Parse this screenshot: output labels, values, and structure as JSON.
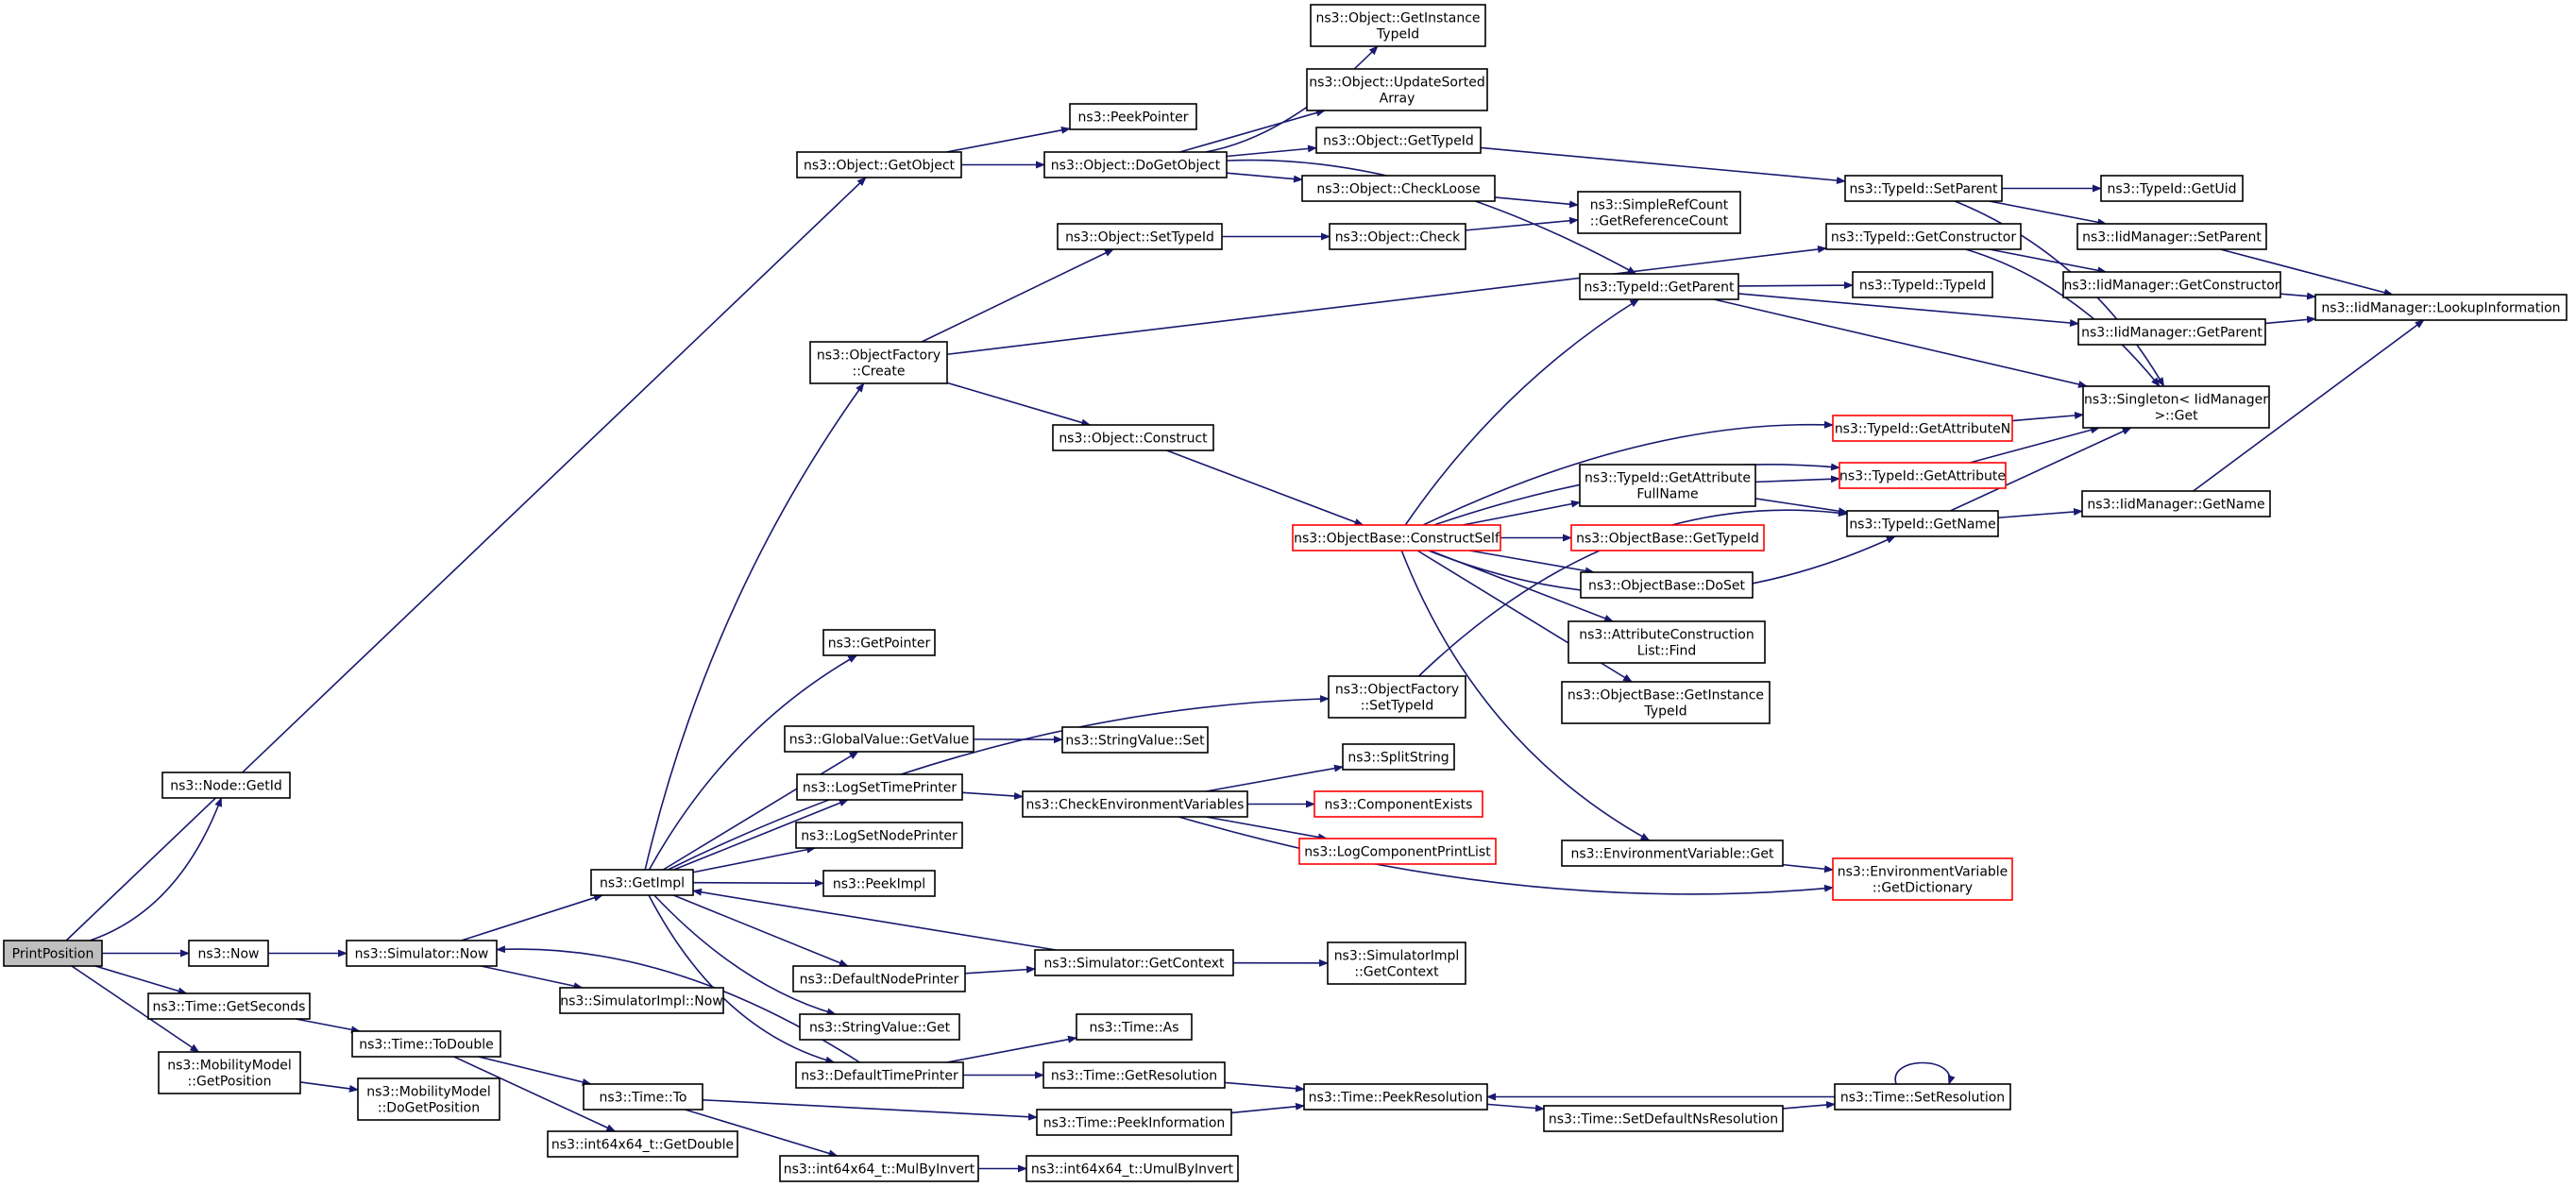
{
  "colors": {
    "edge": "#191970",
    "box_border": "#000000",
    "box_fill": "#ffffff",
    "root_fill": "#bfbfbf",
    "truncated_border": "#ff0000"
  },
  "nodes": [
    {
      "id": "PrintPosition",
      "lines": [
        "PrintPosition"
      ],
      "root": true
    },
    {
      "id": "NodeGetId",
      "lines": [
        "ns3::Node::GetId"
      ]
    },
    {
      "id": "Now",
      "lines": [
        "ns3::Now"
      ]
    },
    {
      "id": "TimeGetSeconds",
      "lines": [
        "ns3::Time::GetSeconds"
      ]
    },
    {
      "id": "MobilityGetPos",
      "lines": [
        "ns3::MobilityModel",
        "::GetPosition"
      ]
    },
    {
      "id": "ObjectGetObject",
      "lines": [
        "ns3::Object::GetObject"
      ]
    },
    {
      "id": "SimulatorNow",
      "lines": [
        "ns3::Simulator::Now"
      ]
    },
    {
      "id": "TimeToDouble",
      "lines": [
        "ns3::Time::ToDouble"
      ]
    },
    {
      "id": "MobilityDoGetPos",
      "lines": [
        "ns3::MobilityModel",
        "::DoGetPosition"
      ]
    },
    {
      "id": "GetImpl",
      "lines": [
        "ns3::GetImpl"
      ]
    },
    {
      "id": "SimImplNow",
      "lines": [
        "ns3::SimulatorImpl::Now"
      ]
    },
    {
      "id": "TimeTo",
      "lines": [
        "ns3::Time::To"
      ]
    },
    {
      "id": "Int64GetDouble",
      "lines": [
        "ns3::int64x64_t::GetDouble"
      ]
    },
    {
      "id": "PeekPointer",
      "lines": [
        "ns3::PeekPointer"
      ]
    },
    {
      "id": "ObjectDoGetObject",
      "lines": [
        "ns3::Object::DoGetObject"
      ]
    },
    {
      "id": "ObjectFactoryCreate",
      "lines": [
        "ns3::ObjectFactory",
        "::Create"
      ]
    },
    {
      "id": "GetPointer",
      "lines": [
        "ns3::GetPointer"
      ]
    },
    {
      "id": "GlobalValueGetValue",
      "lines": [
        "ns3::GlobalValue::GetValue"
      ]
    },
    {
      "id": "LogSetTimePrinter",
      "lines": [
        "ns3::LogSetTimePrinter"
      ]
    },
    {
      "id": "LogSetNodePrinter",
      "lines": [
        "ns3::LogSetNodePrinter"
      ]
    },
    {
      "id": "PeekImpl",
      "lines": [
        "ns3::PeekImpl"
      ]
    },
    {
      "id": "DefaultNodePrinter",
      "lines": [
        "ns3::DefaultNodePrinter"
      ]
    },
    {
      "id": "StringValueGet",
      "lines": [
        "ns3::StringValue::Get"
      ]
    },
    {
      "id": "DefaultTimePrinter",
      "lines": [
        "ns3::DefaultTimePrinter"
      ]
    },
    {
      "id": "Int64MulByInvert",
      "lines": [
        "ns3::int64x64_t::MulByInvert"
      ]
    },
    {
      "id": "ObjGetInstTypeId",
      "lines": [
        "ns3::Object::GetInstance",
        "TypeId"
      ]
    },
    {
      "id": "ObjUpdateSorted",
      "lines": [
        "ns3::Object::UpdateSorted",
        "Array"
      ]
    },
    {
      "id": "ObjGetTypeId",
      "lines": [
        "ns3::Object::GetTypeId"
      ]
    },
    {
      "id": "ObjCheckLoose",
      "lines": [
        "ns3::Object::CheckLoose"
      ]
    },
    {
      "id": "ObjSetTypeId",
      "lines": [
        "ns3::Object::SetTypeId"
      ]
    },
    {
      "id": "ObjConstruct",
      "lines": [
        "ns3::Object::Construct"
      ]
    },
    {
      "id": "StringValueSet",
      "lines": [
        "ns3::StringValue::Set"
      ]
    },
    {
      "id": "CheckEnvVars",
      "lines": [
        "ns3::CheckEnvironmentVariables"
      ]
    },
    {
      "id": "SimGetContext",
      "lines": [
        "ns3::Simulator::GetContext"
      ]
    },
    {
      "id": "TimeAs",
      "lines": [
        "ns3::Time::As"
      ]
    },
    {
      "id": "TimeGetResolution",
      "lines": [
        "ns3::Time::GetResolution"
      ]
    },
    {
      "id": "TimePeekInformation",
      "lines": [
        "ns3::Time::PeekInformation"
      ]
    },
    {
      "id": "Int64UmulByInvert",
      "lines": [
        "ns3::int64x64_t::UmulByInvert"
      ]
    },
    {
      "id": "ObjCheck",
      "lines": [
        "ns3::Object::Check"
      ]
    },
    {
      "id": "ObjFactorySetTypeId",
      "lines": [
        "ns3::ObjectFactory",
        "::SetTypeId"
      ]
    },
    {
      "id": "SplitString",
      "lines": [
        "ns3::SplitString"
      ]
    },
    {
      "id": "ComponentExists",
      "lines": [
        "ns3::ComponentExists"
      ],
      "truncated": true
    },
    {
      "id": "LogComponentPrintList",
      "lines": [
        "ns3::LogComponentPrintList"
      ],
      "truncated": true
    },
    {
      "id": "ObjBaseConstructSelf",
      "lines": [
        "ns3::ObjectBase::ConstructSelf"
      ],
      "truncated": true
    },
    {
      "id": "SimImplGetContext",
      "lines": [
        "ns3::SimulatorImpl",
        "::GetContext"
      ]
    },
    {
      "id": "TimePeekResolution",
      "lines": [
        "ns3::Time::PeekResolution"
      ]
    },
    {
      "id": "SimpleRefCount",
      "lines": [
        "ns3::SimpleRefCount",
        "::GetReferenceCount"
      ]
    },
    {
      "id": "TypeIdGetParent",
      "lines": [
        "ns3::TypeId::GetParent"
      ]
    },
    {
      "id": "TypeIdGetAttrFullName",
      "lines": [
        "ns3::TypeId::GetAttribute",
        "FullName"
      ]
    },
    {
      "id": "ObjBaseGetTypeId",
      "lines": [
        "ns3::ObjectBase::GetTypeId"
      ],
      "truncated": true
    },
    {
      "id": "ObjBaseDoSet",
      "lines": [
        "ns3::ObjectBase::DoSet"
      ]
    },
    {
      "id": "AttrConstructionFind",
      "lines": [
        "ns3::AttributeConstruction",
        "List::Find"
      ]
    },
    {
      "id": "ObjBaseGetInstTypeId",
      "lines": [
        "ns3::ObjectBase::GetInstance",
        "TypeId"
      ]
    },
    {
      "id": "EnvVarGet",
      "lines": [
        "ns3::EnvironmentVariable::Get"
      ]
    },
    {
      "id": "TimeSetDefaultNsRes",
      "lines": [
        "ns3::Time::SetDefaultNsResolution"
      ]
    },
    {
      "id": "TypeIdSetParent",
      "lines": [
        "ns3::TypeId::SetParent"
      ]
    },
    {
      "id": "TypeIdGetConstructor",
      "lines": [
        "ns3::TypeId::GetConstructor"
      ]
    },
    {
      "id": "TypeIdTypeId",
      "lines": [
        "ns3::TypeId::TypeId"
      ]
    },
    {
      "id": "TypeIdGetAttributeN",
      "lines": [
        "ns3::TypeId::GetAttributeN"
      ],
      "truncated": true
    },
    {
      "id": "TypeIdGetAttribute",
      "lines": [
        "ns3::TypeId::GetAttribute"
      ],
      "truncated": true
    },
    {
      "id": "TypeIdGetName",
      "lines": [
        "ns3::TypeId::GetName"
      ]
    },
    {
      "id": "EnvVarGetDictionary",
      "lines": [
        "ns3::EnvironmentVariable",
        "::GetDictionary"
      ],
      "truncated": true
    },
    {
      "id": "TimeSetResolution",
      "lines": [
        "ns3::Time::SetResolution"
      ]
    },
    {
      "id": "TypeIdGetUid",
      "lines": [
        "ns3::TypeId::GetUid"
      ]
    },
    {
      "id": "IidMgrSetParent",
      "lines": [
        "ns3::IidManager::SetParent"
      ]
    },
    {
      "id": "IidMgrGetConstructor",
      "lines": [
        "ns3::IidManager::GetConstructor"
      ]
    },
    {
      "id": "IidMgrGetParent",
      "lines": [
        "ns3::IidManager::GetParent"
      ]
    },
    {
      "id": "SingletonGet",
      "lines": [
        "ns3::Singleton< IidManager",
        ">::Get"
      ]
    },
    {
      "id": "IidMgrGetName",
      "lines": [
        "ns3::IidManager::GetName"
      ]
    },
    {
      "id": "IidMgrLookupInfo",
      "lines": [
        "ns3::IidManager::LookupInformation"
      ]
    }
  ]
}
